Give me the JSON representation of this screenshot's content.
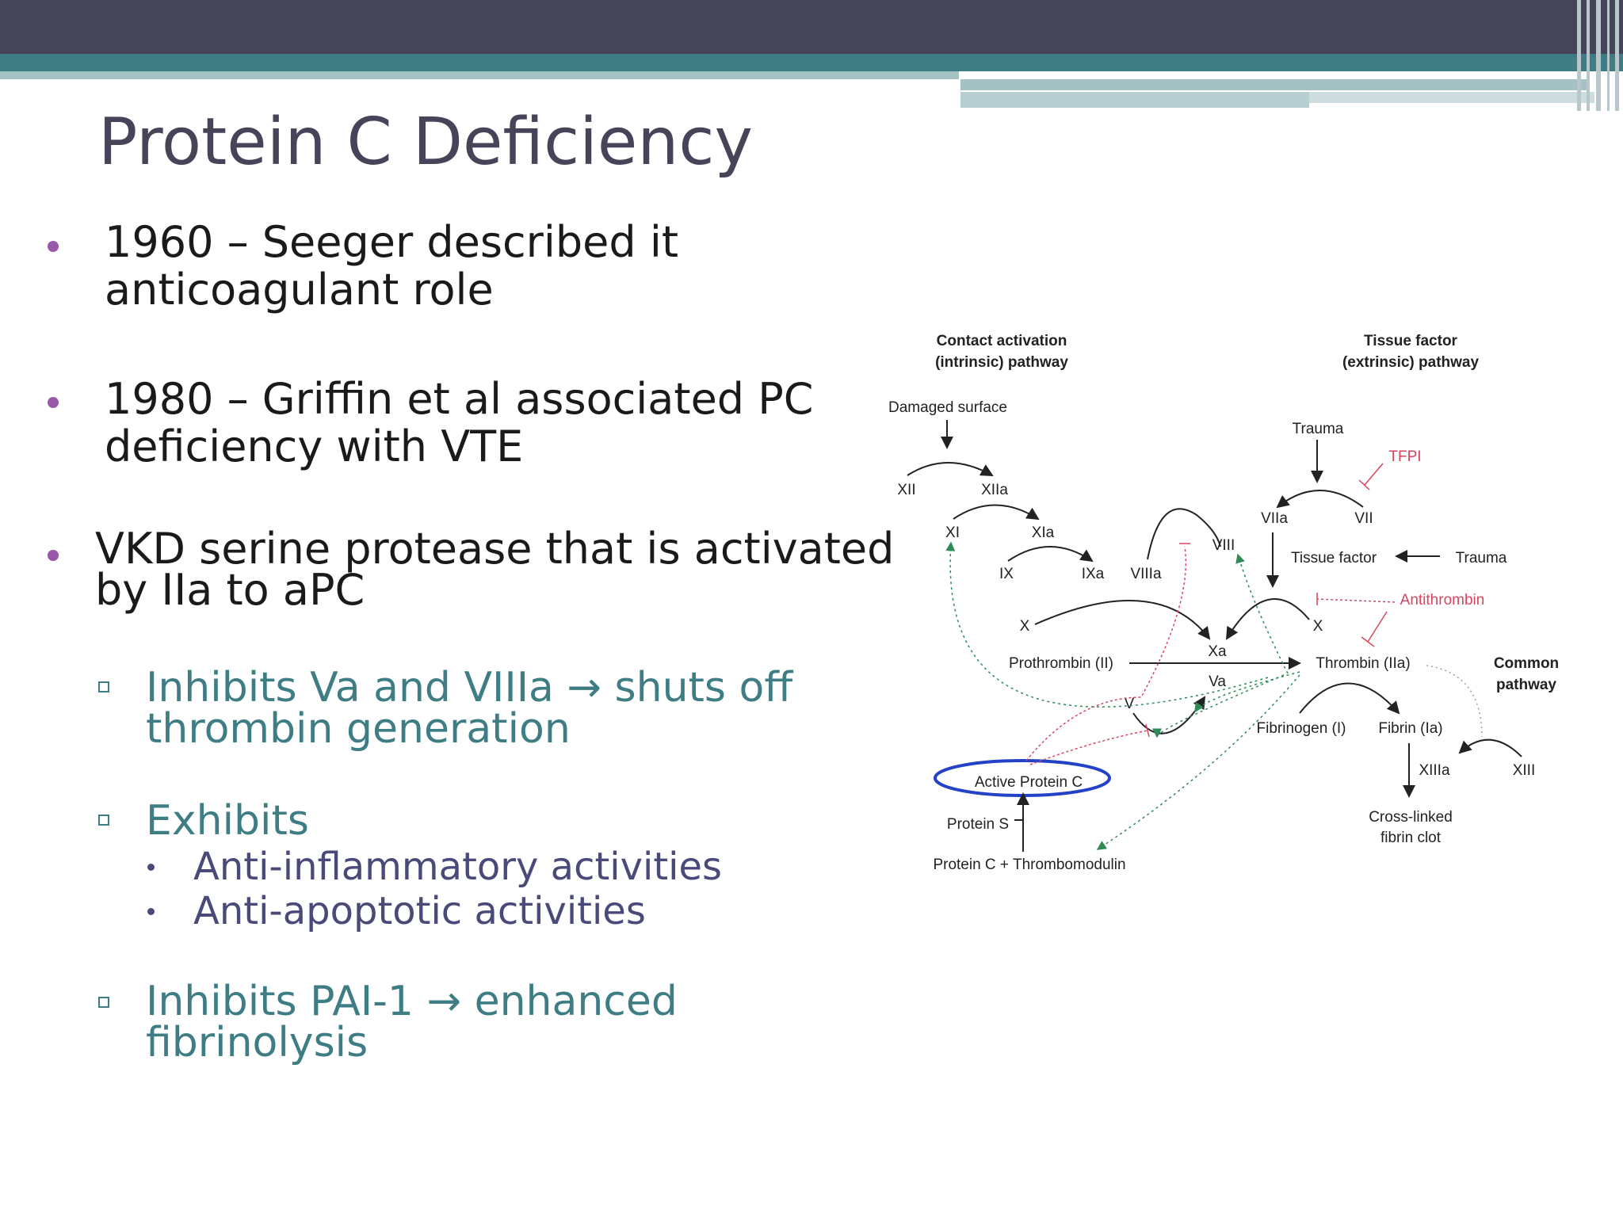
{
  "slide": {
    "title": "Protein C Deficiency",
    "bullets": [
      {
        "line1": "1960 – Seeger described it",
        "line2": "anticoagulant role"
      },
      {
        "line1": "1980 – Griffin et al associated PC",
        "line2": "deficiency with VTE"
      },
      {
        "line1": "VKD serine protease that is activated",
        "line2": "by IIa to aPC"
      }
    ],
    "sub_bullets": [
      {
        "line1": "Inhibits Va and VIIIa → shuts off",
        "line2": "thrombin generation"
      },
      {
        "line1": "Exhibits",
        "items": [
          "Anti-inflammatory activities",
          "Anti-apoptotic activities"
        ]
      },
      {
        "line1": "Inhibits PAI-1 → enhanced",
        "line2": "fibrinolysis"
      }
    ]
  },
  "diagram": {
    "contact_title_1": "Contact activation",
    "contact_title_2": "(intrinsic) pathway",
    "tissue_title_1": "Tissue factor",
    "tissue_title_2": "(extrinsic) pathway",
    "common_1": "Common",
    "common_2": "pathway",
    "damaged_surface": "Damaged surface",
    "xii": "XII",
    "xiia": "XIIa",
    "xi": "XI",
    "xia": "XIa",
    "ix": "IX",
    "ixa": "IXa",
    "viiia": "VIIIa",
    "viii": "VIII",
    "trauma_top": "Trauma",
    "tfpi": "TFPI",
    "viia": "VIIa",
    "vii": "VII",
    "tissue_factor": "Tissue factor",
    "trauma_right": "Trauma",
    "antithrombin": "Antithrombin",
    "x_left": "X",
    "x_right": "X",
    "xa_top": "Xa",
    "va": "Va",
    "prothrombin": "Prothrombin (II)",
    "thrombin": "Thrombin (IIa)",
    "v": "V",
    "fibrinogen": "Fibrinogen (I)",
    "fibrin": "Fibrin (Ia)",
    "xiiia": "XIIIa",
    "xiii": "XIII",
    "crosslinked_1": "Cross-linked",
    "crosslinked_2": "fibrin clot",
    "active_protein_c": "Active Protein C",
    "protein_s": "Protein S",
    "protein_c_tm": "Protein C + Thrombomodulin",
    "colors": {
      "inhibitor": "#d9455f",
      "highlight": "#2342c8",
      "feedback": "#2e8b57"
    }
  }
}
